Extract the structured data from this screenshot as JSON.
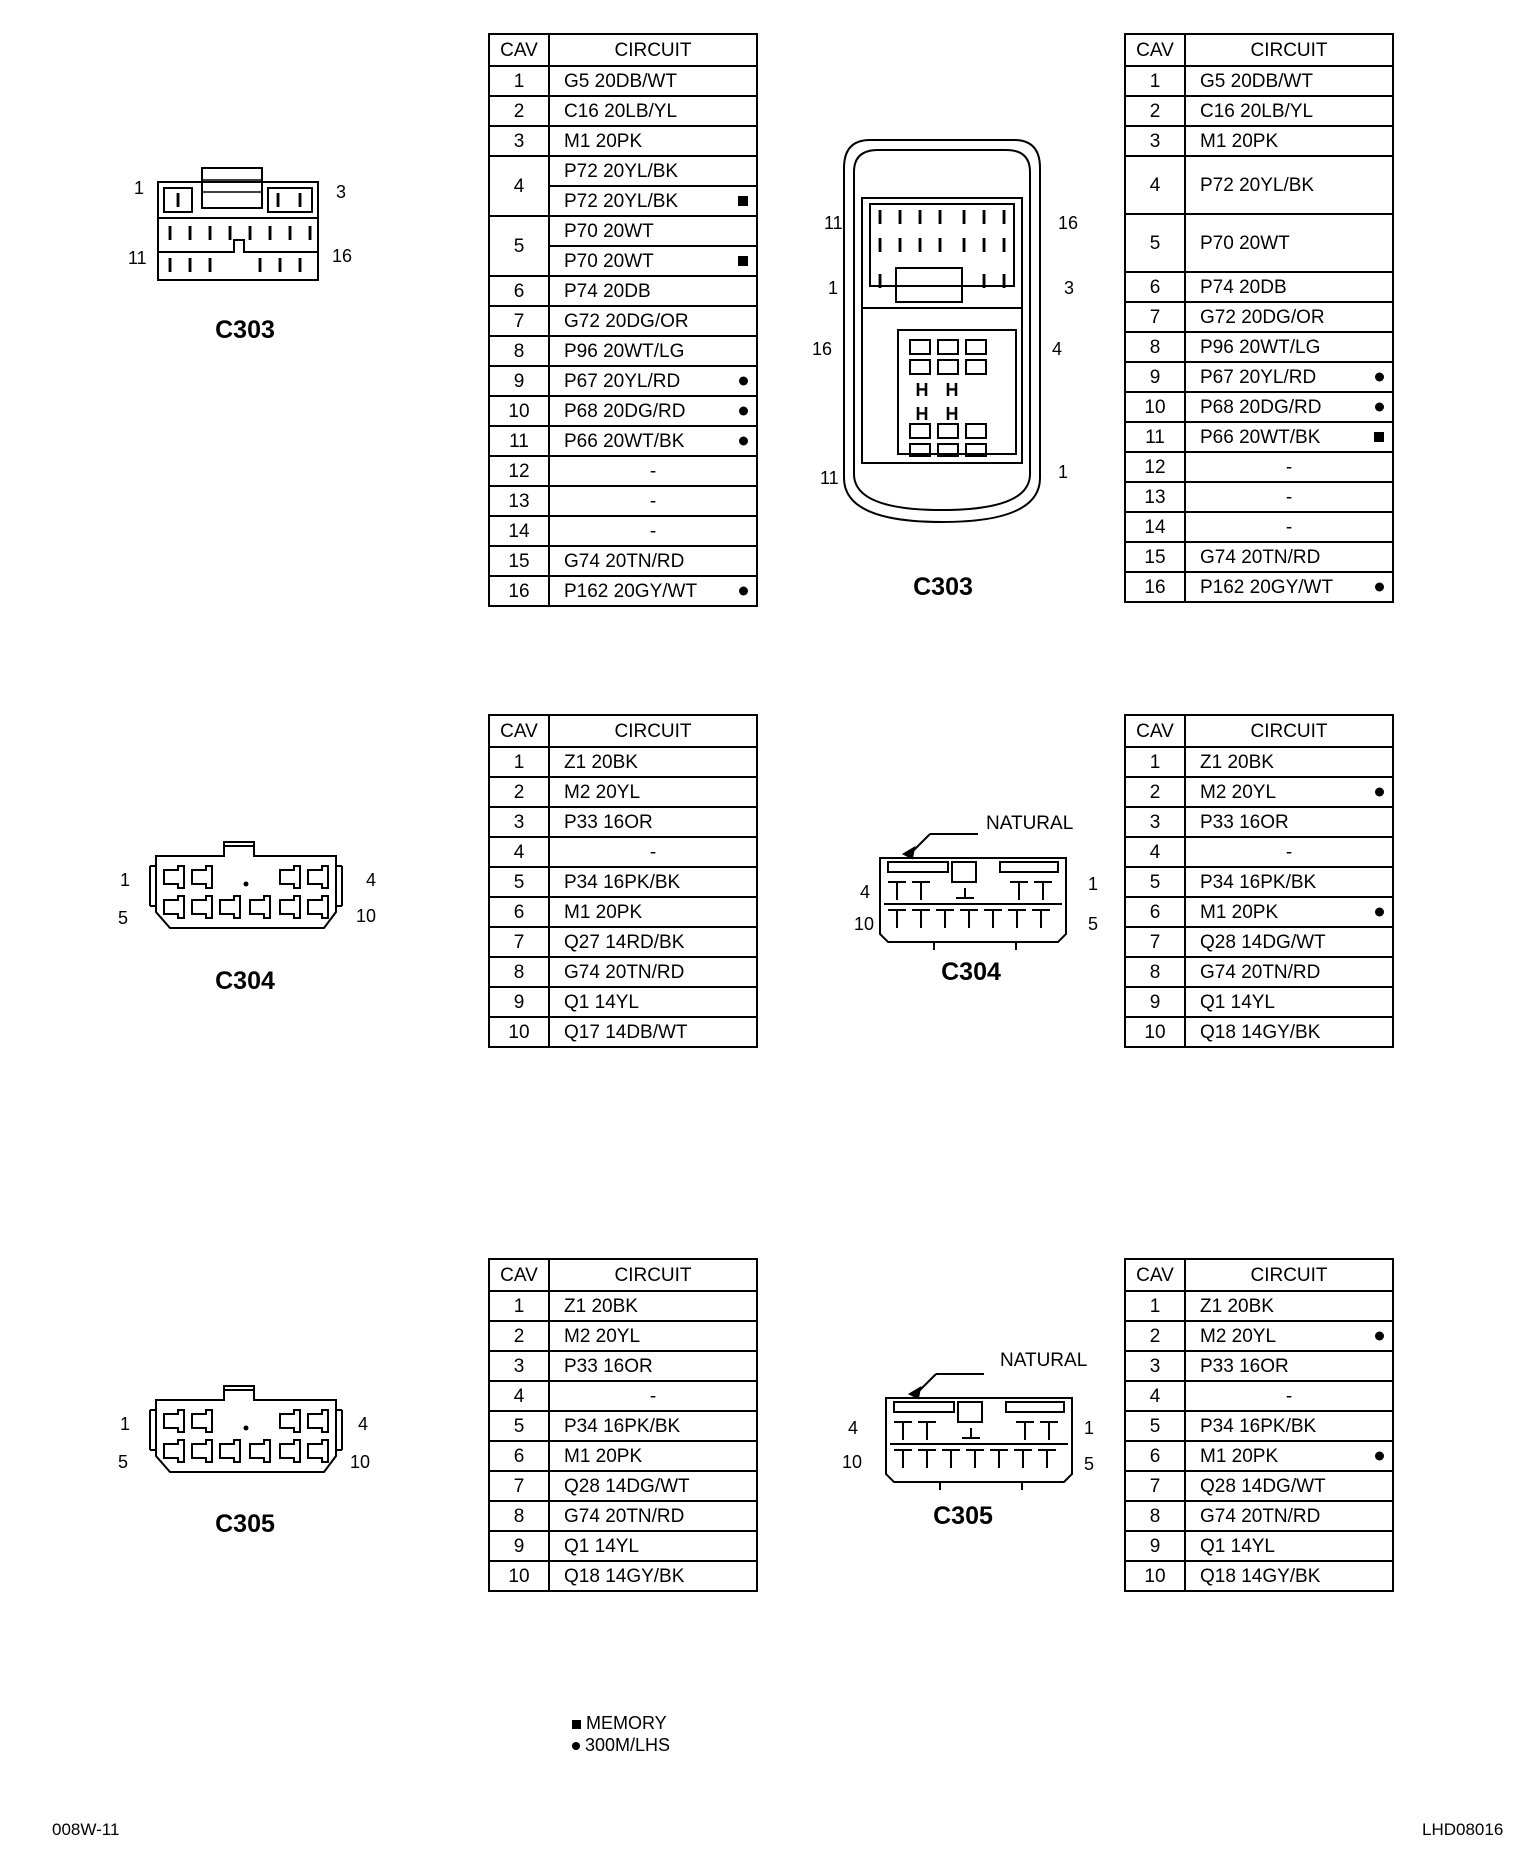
{
  "headers": {
    "cav": "CAV",
    "circuit": "CIRCUIT"
  },
  "connector_labels": {
    "c303": "C303",
    "c304": "C304",
    "c305": "C305"
  },
  "natural_label": "NATURAL",
  "tables": {
    "c303_left": [
      {
        "cav": "1",
        "circuits": [
          {
            "text": "G5 20DB/WT",
            "mark": ""
          }
        ]
      },
      {
        "cav": "2",
        "circuits": [
          {
            "text": "C16 20LB/YL",
            "mark": ""
          }
        ]
      },
      {
        "cav": "3",
        "circuits": [
          {
            "text": "M1 20PK",
            "mark": ""
          }
        ]
      },
      {
        "cav": "4",
        "circuits": [
          {
            "text": "P72 20YL/BK",
            "mark": ""
          },
          {
            "text": "P72 20YL/BK",
            "mark": "square"
          }
        ]
      },
      {
        "cav": "5",
        "circuits": [
          {
            "text": "P70 20WT",
            "mark": ""
          },
          {
            "text": "P70 20WT",
            "mark": "square"
          }
        ]
      },
      {
        "cav": "6",
        "circuits": [
          {
            "text": "P74 20DB",
            "mark": ""
          }
        ]
      },
      {
        "cav": "7",
        "circuits": [
          {
            "text": "G72 20DG/OR",
            "mark": ""
          }
        ]
      },
      {
        "cav": "8",
        "circuits": [
          {
            "text": "P96 20WT/LG",
            "mark": ""
          }
        ]
      },
      {
        "cav": "9",
        "circuits": [
          {
            "text": "P67 20YL/RD",
            "mark": "dot"
          }
        ]
      },
      {
        "cav": "10",
        "circuits": [
          {
            "text": "P68 20DG/RD",
            "mark": "dot"
          }
        ]
      },
      {
        "cav": "11",
        "circuits": [
          {
            "text": "P66 20WT/BK",
            "mark": "dot"
          }
        ]
      },
      {
        "cav": "12",
        "circuits": [
          {
            "text": "-",
            "mark": ""
          }
        ]
      },
      {
        "cav": "13",
        "circuits": [
          {
            "text": "-",
            "mark": ""
          }
        ]
      },
      {
        "cav": "14",
        "circuits": [
          {
            "text": "-",
            "mark": ""
          }
        ]
      },
      {
        "cav": "15",
        "circuits": [
          {
            "text": "G74 20TN/RD",
            "mark": ""
          }
        ]
      },
      {
        "cav": "16",
        "circuits": [
          {
            "text": "P162 20GY/WT",
            "mark": "dot"
          }
        ]
      }
    ],
    "c303_right": [
      {
        "cav": "1",
        "circuits": [
          {
            "text": "G5 20DB/WT",
            "mark": ""
          }
        ]
      },
      {
        "cav": "2",
        "circuits": [
          {
            "text": "C16 20LB/YL",
            "mark": ""
          }
        ]
      },
      {
        "cav": "3",
        "circuits": [
          {
            "text": "M1 20PK",
            "mark": ""
          }
        ]
      },
      {
        "cav": "4",
        "tall": true,
        "circuits": [
          {
            "text": "P72 20YL/BK",
            "mark": ""
          }
        ]
      },
      {
        "cav": "5",
        "tall": true,
        "circuits": [
          {
            "text": "P70 20WT",
            "mark": ""
          }
        ]
      },
      {
        "cav": "6",
        "circuits": [
          {
            "text": "P74 20DB",
            "mark": ""
          }
        ]
      },
      {
        "cav": "7",
        "circuits": [
          {
            "text": "G72 20DG/OR",
            "mark": ""
          }
        ]
      },
      {
        "cav": "8",
        "circuits": [
          {
            "text": "P96 20WT/LG",
            "mark": ""
          }
        ]
      },
      {
        "cav": "9",
        "circuits": [
          {
            "text": "P67 20YL/RD",
            "mark": "dot"
          }
        ]
      },
      {
        "cav": "10",
        "circuits": [
          {
            "text": "P68 20DG/RD",
            "mark": "dot"
          }
        ]
      },
      {
        "cav": "11",
        "circuits": [
          {
            "text": "P66 20WT/BK",
            "mark": "square"
          }
        ]
      },
      {
        "cav": "12",
        "circuits": [
          {
            "text": "-",
            "mark": ""
          }
        ]
      },
      {
        "cav": "13",
        "circuits": [
          {
            "text": "-",
            "mark": ""
          }
        ]
      },
      {
        "cav": "14",
        "circuits": [
          {
            "text": "-",
            "mark": ""
          }
        ]
      },
      {
        "cav": "15",
        "circuits": [
          {
            "text": "G74 20TN/RD",
            "mark": ""
          }
        ]
      },
      {
        "cav": "16",
        "circuits": [
          {
            "text": "P162 20GY/WT",
            "mark": "dot"
          }
        ]
      }
    ],
    "c304_left": [
      {
        "cav": "1",
        "circuits": [
          {
            "text": "Z1 20BK",
            "mark": ""
          }
        ]
      },
      {
        "cav": "2",
        "circuits": [
          {
            "text": "M2 20YL",
            "mark": ""
          }
        ]
      },
      {
        "cav": "3",
        "circuits": [
          {
            "text": "P33 16OR",
            "mark": ""
          }
        ]
      },
      {
        "cav": "4",
        "circuits": [
          {
            "text": "-",
            "mark": ""
          }
        ]
      },
      {
        "cav": "5",
        "circuits": [
          {
            "text": "P34 16PK/BK",
            "mark": ""
          }
        ]
      },
      {
        "cav": "6",
        "circuits": [
          {
            "text": "M1 20PK",
            "mark": ""
          }
        ]
      },
      {
        "cav": "7",
        "circuits": [
          {
            "text": "Q27 14RD/BK",
            "mark": ""
          }
        ]
      },
      {
        "cav": "8",
        "circuits": [
          {
            "text": "G74 20TN/RD",
            "mark": ""
          }
        ]
      },
      {
        "cav": "9",
        "circuits": [
          {
            "text": "Q1 14YL",
            "mark": ""
          }
        ]
      },
      {
        "cav": "10",
        "circuits": [
          {
            "text": "Q17 14DB/WT",
            "mark": ""
          }
        ]
      }
    ],
    "c304_right": [
      {
        "cav": "1",
        "circuits": [
          {
            "text": "Z1 20BK",
            "mark": ""
          }
        ]
      },
      {
        "cav": "2",
        "circuits": [
          {
            "text": "M2 20YL",
            "mark": "dot"
          }
        ]
      },
      {
        "cav": "3",
        "circuits": [
          {
            "text": "P33 16OR",
            "mark": ""
          }
        ]
      },
      {
        "cav": "4",
        "circuits": [
          {
            "text": "-",
            "mark": ""
          }
        ]
      },
      {
        "cav": "5",
        "circuits": [
          {
            "text": "P34 16PK/BK",
            "mark": ""
          }
        ]
      },
      {
        "cav": "6",
        "circuits": [
          {
            "text": "M1 20PK",
            "mark": "dot"
          }
        ]
      },
      {
        "cav": "7",
        "circuits": [
          {
            "text": "Q28 14DG/WT",
            "mark": ""
          }
        ]
      },
      {
        "cav": "8",
        "circuits": [
          {
            "text": "G74 20TN/RD",
            "mark": ""
          }
        ]
      },
      {
        "cav": "9",
        "circuits": [
          {
            "text": "Q1 14YL",
            "mark": ""
          }
        ]
      },
      {
        "cav": "10",
        "circuits": [
          {
            "text": "Q18 14GY/BK",
            "mark": ""
          }
        ]
      }
    ],
    "c305_left": [
      {
        "cav": "1",
        "circuits": [
          {
            "text": "Z1 20BK",
            "mark": ""
          }
        ]
      },
      {
        "cav": "2",
        "circuits": [
          {
            "text": "M2 20YL",
            "mark": ""
          }
        ]
      },
      {
        "cav": "3",
        "circuits": [
          {
            "text": "P33 16OR",
            "mark": ""
          }
        ]
      },
      {
        "cav": "4",
        "circuits": [
          {
            "text": "-",
            "mark": ""
          }
        ]
      },
      {
        "cav": "5",
        "circuits": [
          {
            "text": "P34 16PK/BK",
            "mark": ""
          }
        ]
      },
      {
        "cav": "6",
        "circuits": [
          {
            "text": "M1 20PK",
            "mark": ""
          }
        ]
      },
      {
        "cav": "7",
        "circuits": [
          {
            "text": "Q28 14DG/WT",
            "mark": ""
          }
        ]
      },
      {
        "cav": "8",
        "circuits": [
          {
            "text": "G74 20TN/RD",
            "mark": ""
          }
        ]
      },
      {
        "cav": "9",
        "circuits": [
          {
            "text": "Q1 14YL",
            "mark": ""
          }
        ]
      },
      {
        "cav": "10",
        "circuits": [
          {
            "text": "Q18 14GY/BK",
            "mark": ""
          }
        ]
      }
    ],
    "c305_right": [
      {
        "cav": "1",
        "circuits": [
          {
            "text": "Z1 20BK",
            "mark": ""
          }
        ]
      },
      {
        "cav": "2",
        "circuits": [
          {
            "text": "M2 20YL",
            "mark": "dot"
          }
        ]
      },
      {
        "cav": "3",
        "circuits": [
          {
            "text": "P33 16OR",
            "mark": ""
          }
        ]
      },
      {
        "cav": "4",
        "circuits": [
          {
            "text": "-",
            "mark": ""
          }
        ]
      },
      {
        "cav": "5",
        "circuits": [
          {
            "text": "P34 16PK/BK",
            "mark": ""
          }
        ]
      },
      {
        "cav": "6",
        "circuits": [
          {
            "text": "M1 20PK",
            "mark": "dot"
          }
        ]
      },
      {
        "cav": "7",
        "circuits": [
          {
            "text": "Q28 14DG/WT",
            "mark": ""
          }
        ]
      },
      {
        "cav": "8",
        "circuits": [
          {
            "text": "G74 20TN/RD",
            "mark": ""
          }
        ]
      },
      {
        "cav": "9",
        "circuits": [
          {
            "text": "Q1 14YL",
            "mark": ""
          }
        ]
      },
      {
        "cav": "10",
        "circuits": [
          {
            "text": "Q18 14GY/BK",
            "mark": ""
          }
        ]
      }
    ]
  },
  "pin_numbers": {
    "c303_small": {
      "tl": "1",
      "tr": "3",
      "bl": "11",
      "br": "16"
    },
    "c303_large": {
      "a": "11",
      "b": "16",
      "c": "1",
      "d": "3",
      "e": "16",
      "f": "4",
      "g": "11",
      "h": "1"
    },
    "c304_left": {
      "tl": "1",
      "tr": "4",
      "bl": "5",
      "br": "10"
    },
    "c304_right": {
      "tl": "4",
      "tr": "1",
      "bl": "10",
      "br": "5"
    },
    "c305_left": {
      "tl": "1",
      "tr": "4",
      "bl": "5",
      "br": "10"
    },
    "c305_right": {
      "tl": "4",
      "tr": "1",
      "bl": "10",
      "br": "5"
    }
  },
  "legend": [
    {
      "symbol": "square",
      "label": "MEMORY"
    },
    {
      "symbol": "dot",
      "label": "300M/LHS"
    }
  ],
  "footer": {
    "left": "008W-11",
    "right": "LHD08016"
  }
}
